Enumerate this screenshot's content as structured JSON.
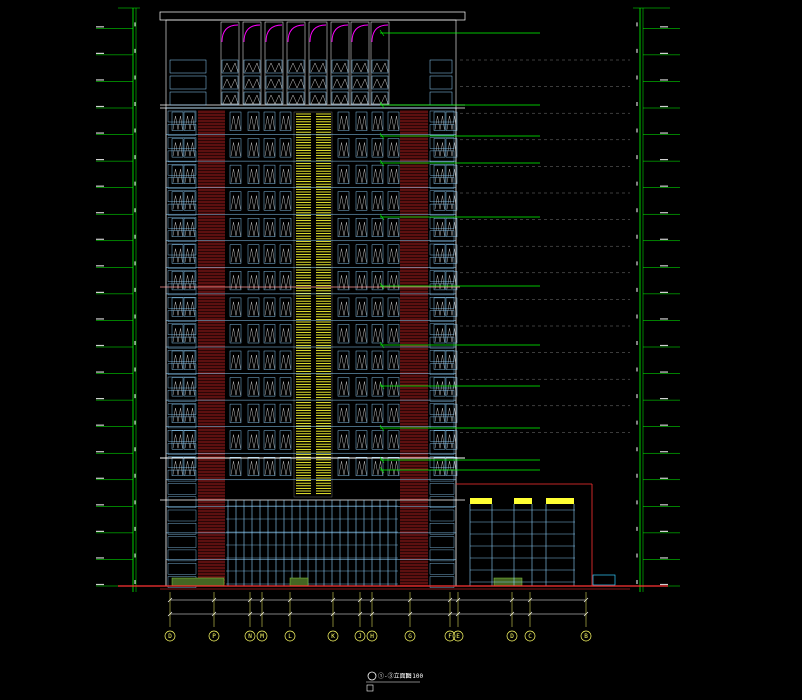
{
  "drawing": {
    "title": "①-③立面图",
    "scale": "1:100",
    "axis_labels": [
      "D",
      "P",
      "N",
      "M",
      "L",
      "K",
      "J",
      "H",
      "G",
      "F",
      "E",
      "D",
      "C",
      "B"
    ]
  },
  "colors": {
    "background": "#000000",
    "window_frame": "#8fd3ff",
    "window_glyph": "#ffffff",
    "brick_cladding": "#b22222",
    "central_band": "#ffff33",
    "crown_accent": "#ff00ff",
    "leader_line": "#00ff00",
    "level_line": "#00ff00",
    "ground": "#ff3333",
    "dim_line": "#ffffff"
  }
}
